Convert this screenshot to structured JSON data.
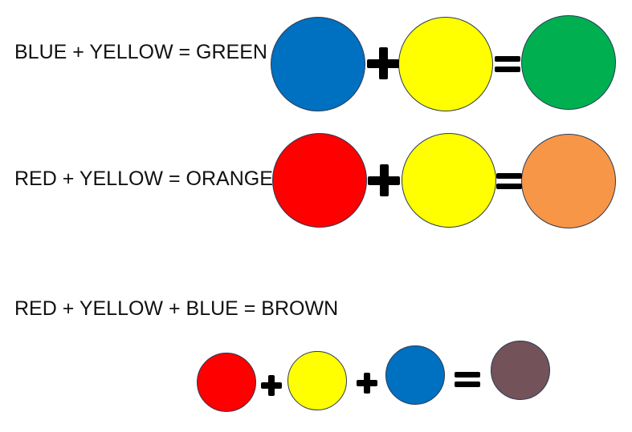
{
  "equations": [
    {
      "label": "BLUE + YELLOW = GREEN",
      "inputs": [
        {
          "name": "blue",
          "color": "#0070c0"
        },
        {
          "name": "yellow",
          "color": "#ffff00"
        }
      ],
      "result": {
        "name": "green",
        "color": "#00b050"
      }
    },
    {
      "label": "RED + YELLOW = ORANGE",
      "inputs": [
        {
          "name": "red",
          "color": "#ff0000"
        },
        {
          "name": "yellow",
          "color": "#ffff00"
        }
      ],
      "result": {
        "name": "orange",
        "color": "#f79646"
      }
    },
    {
      "label": "RED + YELLOW + BLUE = BROWN",
      "inputs": [
        {
          "name": "red",
          "color": "#ff0000"
        },
        {
          "name": "yellow",
          "color": "#ffff00"
        },
        {
          "name": "blue",
          "color": "#0070c0"
        }
      ],
      "result": {
        "name": "brown",
        "color": "#73525a"
      }
    }
  ]
}
